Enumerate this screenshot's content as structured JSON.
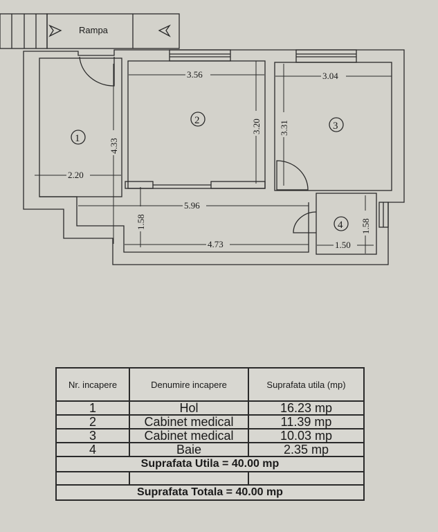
{
  "plan": {
    "ramp_label": "Rampa",
    "room_markers": [
      "1",
      "2",
      "3",
      "4"
    ],
    "dimensions": {
      "room2_width": "3.56",
      "room3_width": "3.04",
      "room2_depth": "3.20",
      "room3_depth": "3.31",
      "room1_depth": "4.33",
      "room1_width": "2.20",
      "hall_length": "5.96",
      "hall_width": "1.58",
      "hall_bottom": "4.73",
      "bath_width": "1.50",
      "bath_depth": "1.58"
    }
  },
  "table": {
    "headers": [
      "Nr. incapere",
      "Denumire incapere",
      "Suprafata utila (mp)"
    ],
    "rows": [
      {
        "nr": "1",
        "name": "Hol",
        "area": "16.23 mp"
      },
      {
        "nr": "2",
        "name": "Cabinet medical",
        "area": "11.39 mp"
      },
      {
        "nr": "3",
        "name": "Cabinet medical",
        "area": "10.03 mp"
      },
      {
        "nr": "4",
        "name": "Baie",
        "area": "2.35 mp"
      }
    ],
    "total_utila": "Suprafata Utila = 40.00 mp",
    "total_totala": "Suprafata Totala = 40.00 mp"
  }
}
